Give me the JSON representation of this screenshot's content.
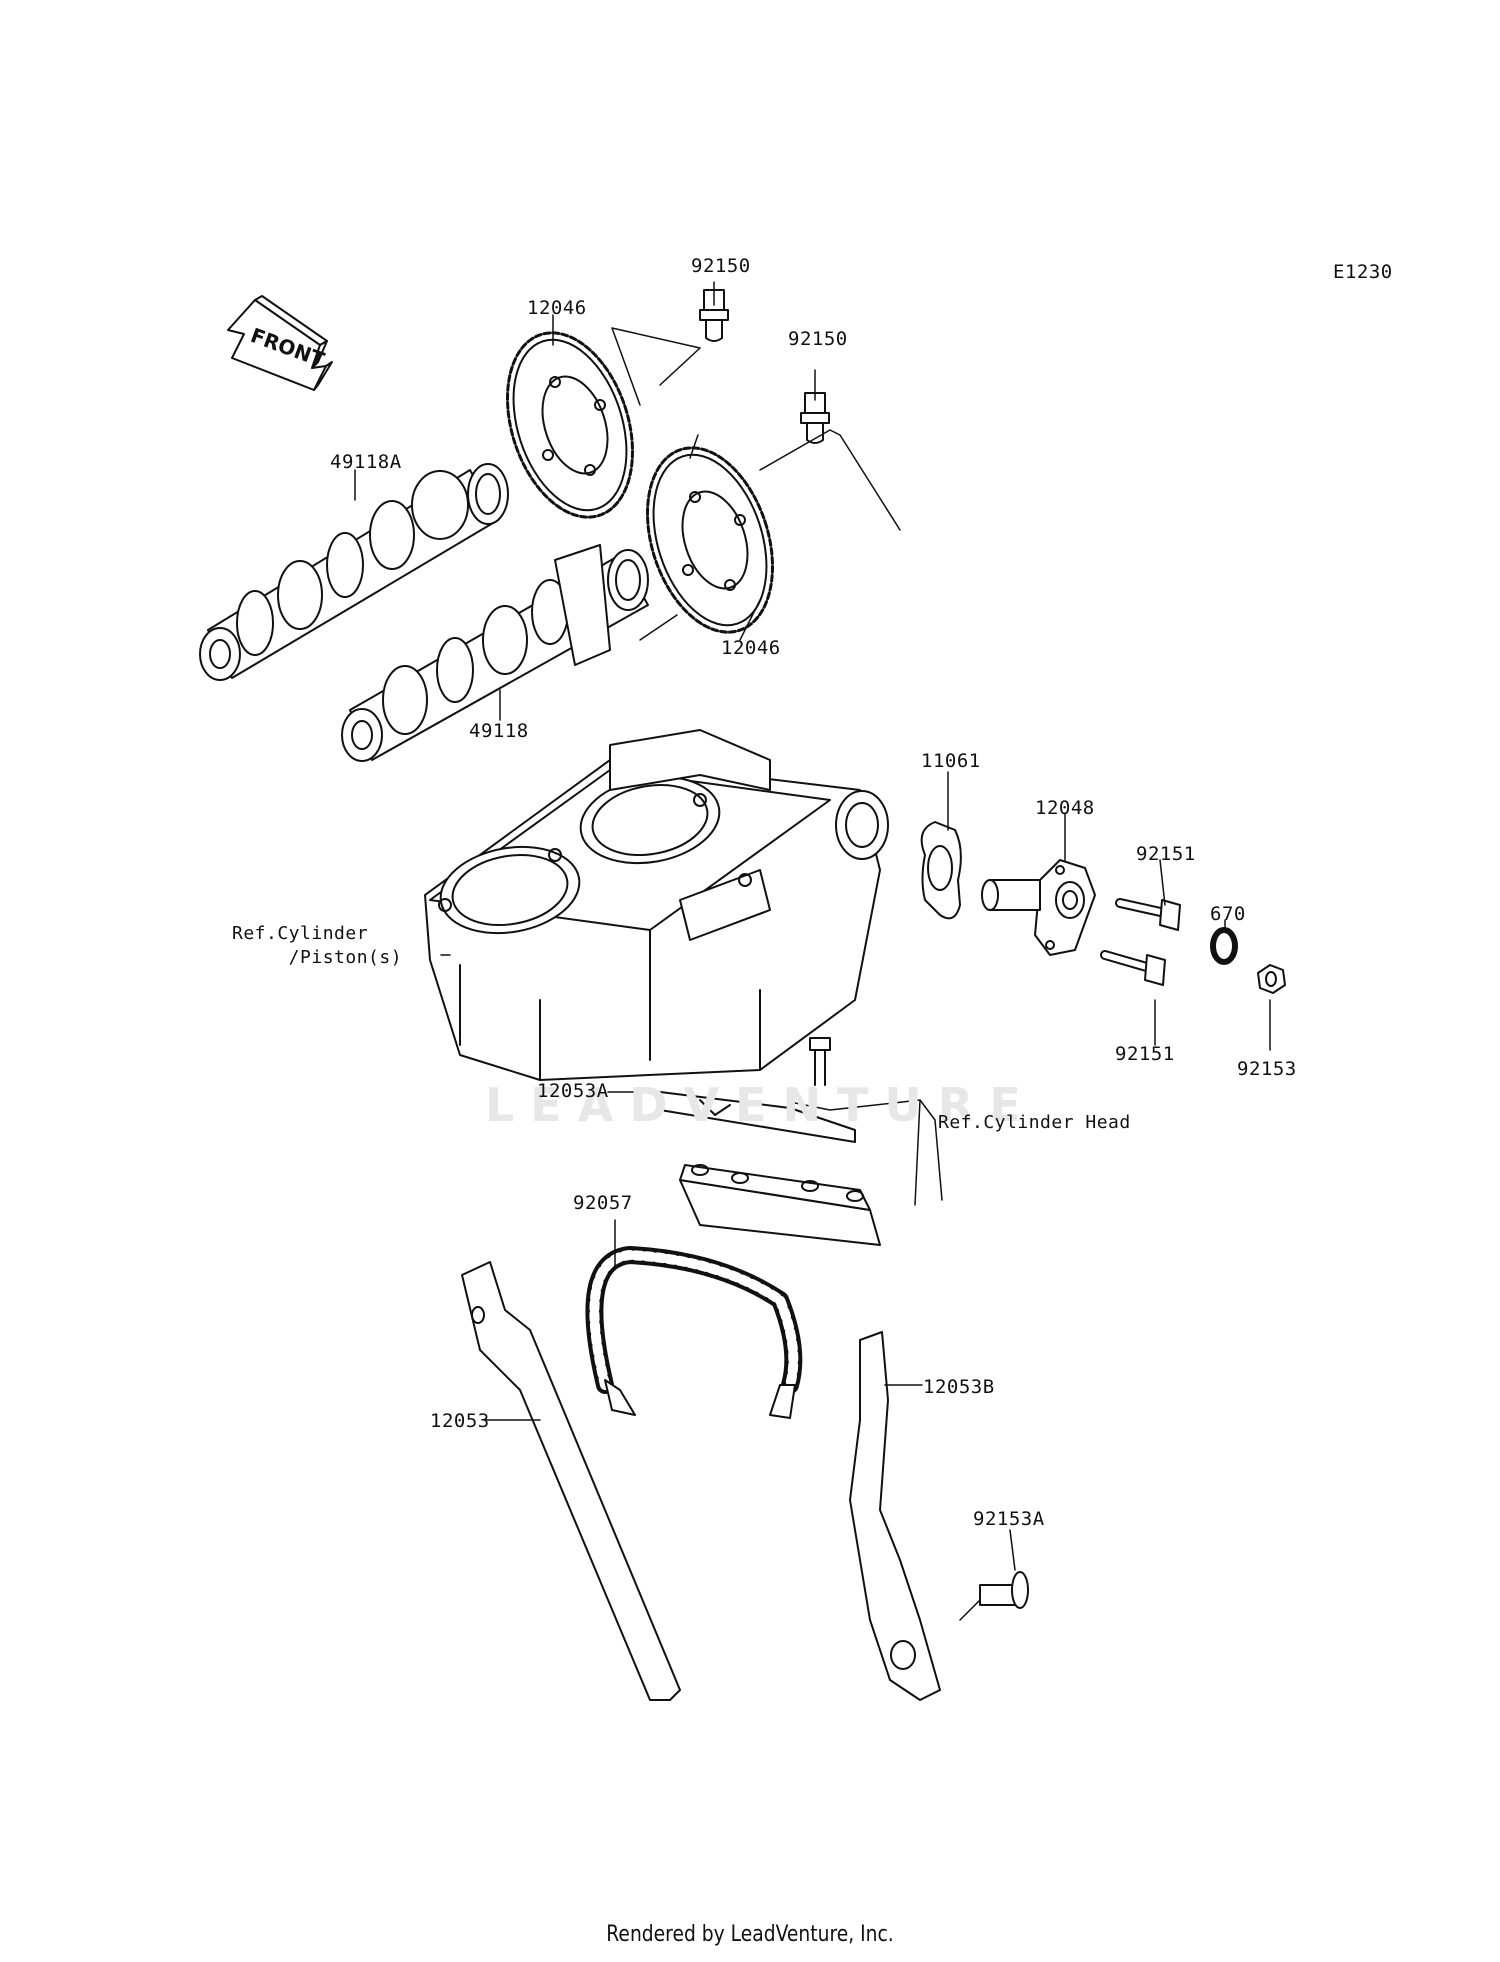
{
  "diagram": {
    "code": "E1230",
    "front_indicator": "FRONT",
    "watermark": "LEADVENTURE",
    "footer": "Rendered by LeadVenture, Inc."
  },
  "parts": {
    "p92150_top": "92150",
    "p92150_right": "92150",
    "p12046_top": "12046",
    "p12046_bottom": "12046",
    "p49118A": "49118A",
    "p49118": "49118",
    "p11061": "11061",
    "p12048": "12048",
    "p92151_top": "92151",
    "p92151_bottom": "92151",
    "p670": "670",
    "p92153": "92153",
    "p12053A": "12053A",
    "p92057": "92057",
    "p12053": "12053",
    "p12053B": "12053B",
    "p92153A": "92153A"
  },
  "references": {
    "cylinder_piston": "Ref.Cylinder\n     /Piston(s)",
    "cylinder_head": "Ref.Cylinder Head"
  },
  "colors": {
    "line": "#111111",
    "watermark": "#e7e7e7"
  }
}
